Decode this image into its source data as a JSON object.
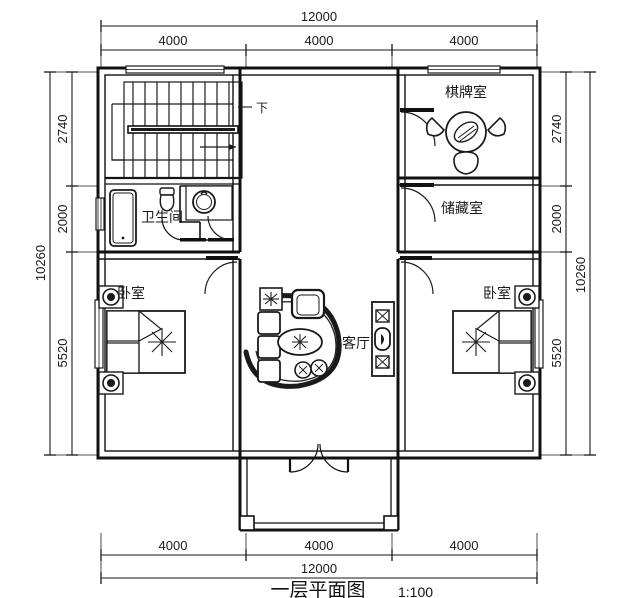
{
  "drawing": {
    "title": "一层平面图",
    "scale": "1:100",
    "type": "architectural-floor-plan"
  },
  "dimensions": {
    "top_overall": "12000",
    "top_bays": [
      "4000",
      "4000",
      "4000"
    ],
    "bottom_bays": [
      "4000",
      "4000",
      "4000"
    ],
    "bottom_overall": "12000",
    "left_overall": "10260",
    "left_bays": [
      "2740",
      "2000",
      "5520"
    ],
    "right_overall": "10260",
    "right_bays": [
      "2740",
      "2000",
      "5520"
    ]
  },
  "rooms": [
    {
      "key": "mahjong",
      "label": "棋牌室"
    },
    {
      "key": "storage",
      "label": "储藏室"
    },
    {
      "key": "bathroom",
      "label": "卫生间"
    },
    {
      "key": "living",
      "label": "客厅"
    },
    {
      "key": "bedroom_left",
      "label": "卧室"
    },
    {
      "key": "bedroom_right",
      "label": "卧室"
    }
  ],
  "annotations": {
    "stair_direction": "下"
  },
  "colors": {
    "wall": "#111111",
    "furniture_stroke": "#1a1a1a",
    "background": "#ffffff",
    "dimension_line": "#1a1a1a"
  }
}
